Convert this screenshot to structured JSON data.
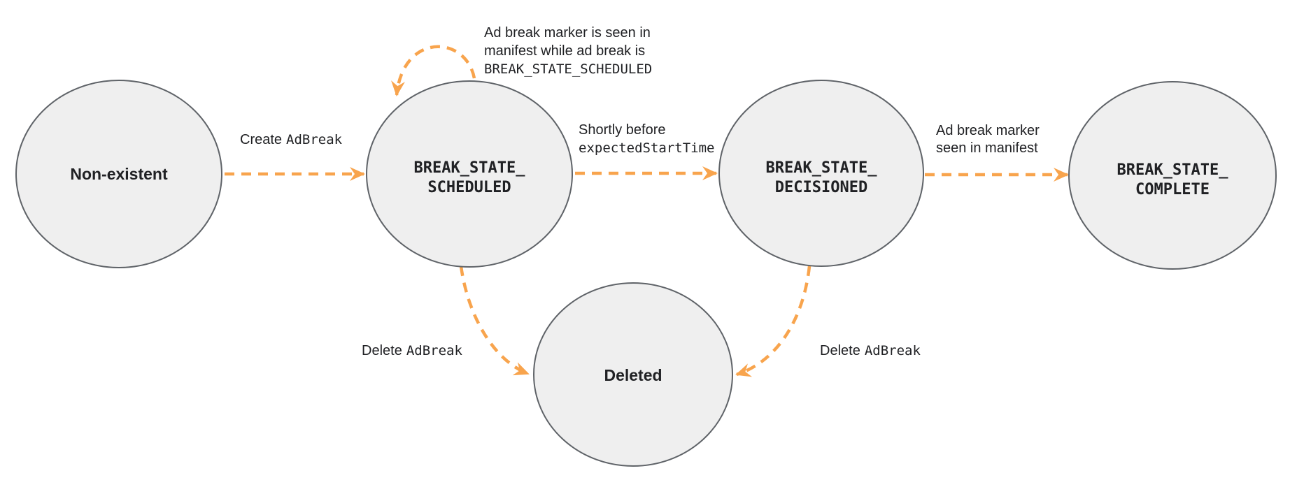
{
  "colors": {
    "arrow": "#F8A44D",
    "node_fill": "#EFEFEF",
    "node_border": "#5F6368",
    "text": "#202124"
  },
  "states": [
    {
      "label": "Non-existent"
    },
    {
      "line1": "BREAK_STATE_",
      "line2": "SCHEDULED"
    },
    {
      "line1": "BREAK_STATE_",
      "line2": "DECISIONED"
    },
    {
      "line1": "BREAK_STATE_",
      "line2": "COMPLETE"
    },
    {
      "label": "Deleted"
    }
  ],
  "transitions": {
    "create": {
      "text": "Create",
      "code": "AdBreak"
    },
    "ad_marker_while_scheduled": {
      "line1": "Ad break marker is seen in",
      "line2": "manifest while ad break is",
      "line3_code": "BREAK_STATE_SCHEDULED"
    },
    "shortly_before": {
      "text": "Shortly before",
      "code": "expectedStartTime"
    },
    "marker_seen": {
      "line1": "Ad break marker",
      "line2": "seen in manifest"
    },
    "delete_from_scheduled": {
      "text": "Delete",
      "code": "AdBreak"
    },
    "delete_from_decisioned": {
      "text": "Delete",
      "code": "AdBreak"
    }
  }
}
